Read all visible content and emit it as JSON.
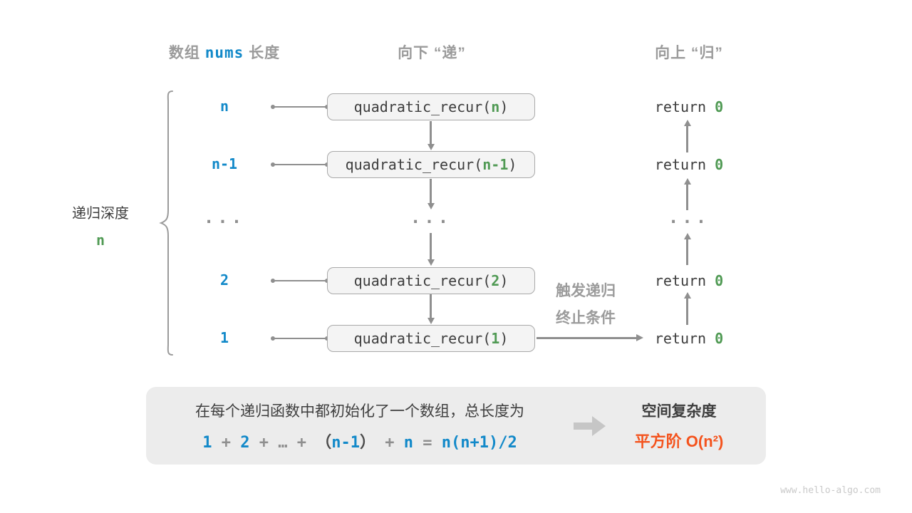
{
  "colors": {
    "blue": "#1289c9",
    "green": "#509a54",
    "orange": "#f4531d",
    "gray_text": "#9b9b9b",
    "dark_text": "#3d3d3d"
  },
  "headers": {
    "col1_prefix": "数组",
    "col1_code": "nums",
    "col1_suffix": "长度",
    "col2": "向下 “递”",
    "col3": "向上 “归”"
  },
  "depth_label": {
    "text": "递归深度",
    "value": "n"
  },
  "rows": [
    {
      "label": "n",
      "param": "n"
    },
    {
      "label": "n-1",
      "param": "n-1"
    },
    {
      "label": "2",
      "param": "2"
    },
    {
      "label": "1",
      "param": "1"
    }
  ],
  "ellipsis": "...",
  "box": {
    "fn_prefix": "quadratic_recur(",
    "fn_suffix": ")"
  },
  "ret": {
    "keyword": "return ",
    "value": "0"
  },
  "trigger_note": {
    "line1": "触发递归",
    "line2": "终止条件"
  },
  "panel": {
    "line1": "在每个递归函数中都初始化了一个数组，总长度为",
    "formula_parts": [
      {
        "t": "1",
        "c": "blue"
      },
      {
        "t": " + ",
        "c": "gray"
      },
      {
        "t": "2",
        "c": "blue"
      },
      {
        "t": " + ",
        "c": "gray"
      },
      {
        "t": "…",
        "c": "gray"
      },
      {
        "t": " + ",
        "c": "gray"
      },
      {
        "t": "（",
        "c": "dark"
      },
      {
        "t": "n-1",
        "c": "blue"
      },
      {
        "t": "）",
        "c": "dark"
      },
      {
        "t": " + ",
        "c": "gray"
      },
      {
        "t": "n",
        "c": "blue"
      },
      {
        "t": " = ",
        "c": "gray"
      },
      {
        "t": "n(n+1)/2",
        "c": "blue"
      }
    ],
    "result_title": "空间复杂度",
    "result_value": "平方阶 O(n²)"
  },
  "watermark": "www.hello-algo.com"
}
